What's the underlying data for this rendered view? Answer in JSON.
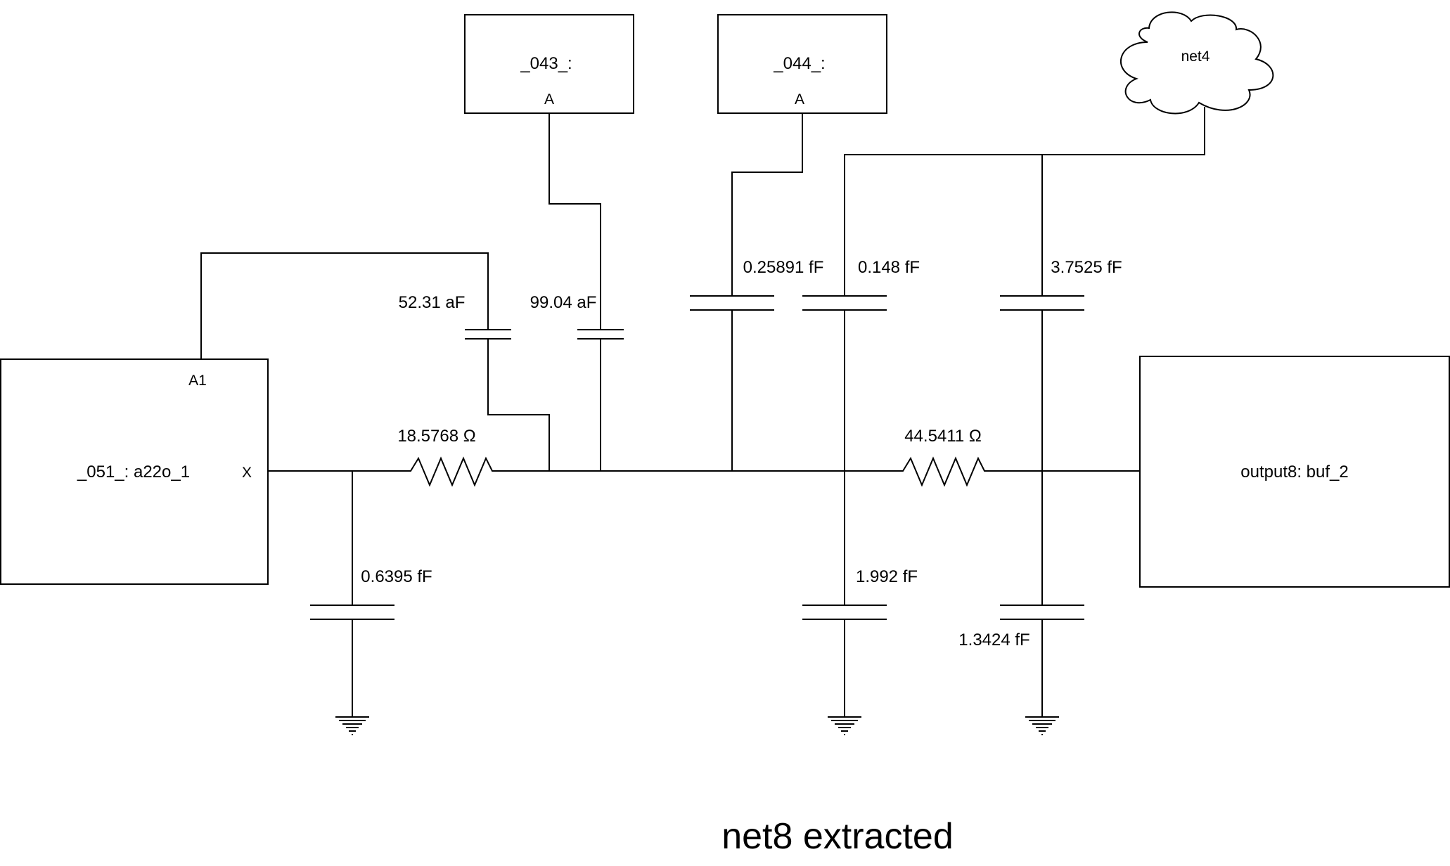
{
  "blocks": {
    "gate_051": {
      "name": "_051_: a22o_1",
      "pin_a1": "A1",
      "pin_x": "X"
    },
    "gate_043": {
      "name": "_043_:",
      "pin_a": "A"
    },
    "gate_044": {
      "name": "_044_:",
      "pin_a": "A"
    },
    "output8": {
      "name": "output8: buf_2"
    },
    "net4": {
      "name": "net4"
    }
  },
  "resistors": {
    "r1": "18.5768 Ω",
    "r2": "44.5411 Ω"
  },
  "capacitors": {
    "c_a1": "52.31 aF",
    "c_043": "99.04 aF",
    "c_044": "0.25891 fF",
    "c_net4_a": "0.148 fF",
    "c_net4_b": "3.7525 fF",
    "c_gnd1": "0.6395 fF",
    "c_gnd2": "1.992 fF",
    "c_gnd3": "1.3424 fF"
  },
  "title": "net8 extracted"
}
